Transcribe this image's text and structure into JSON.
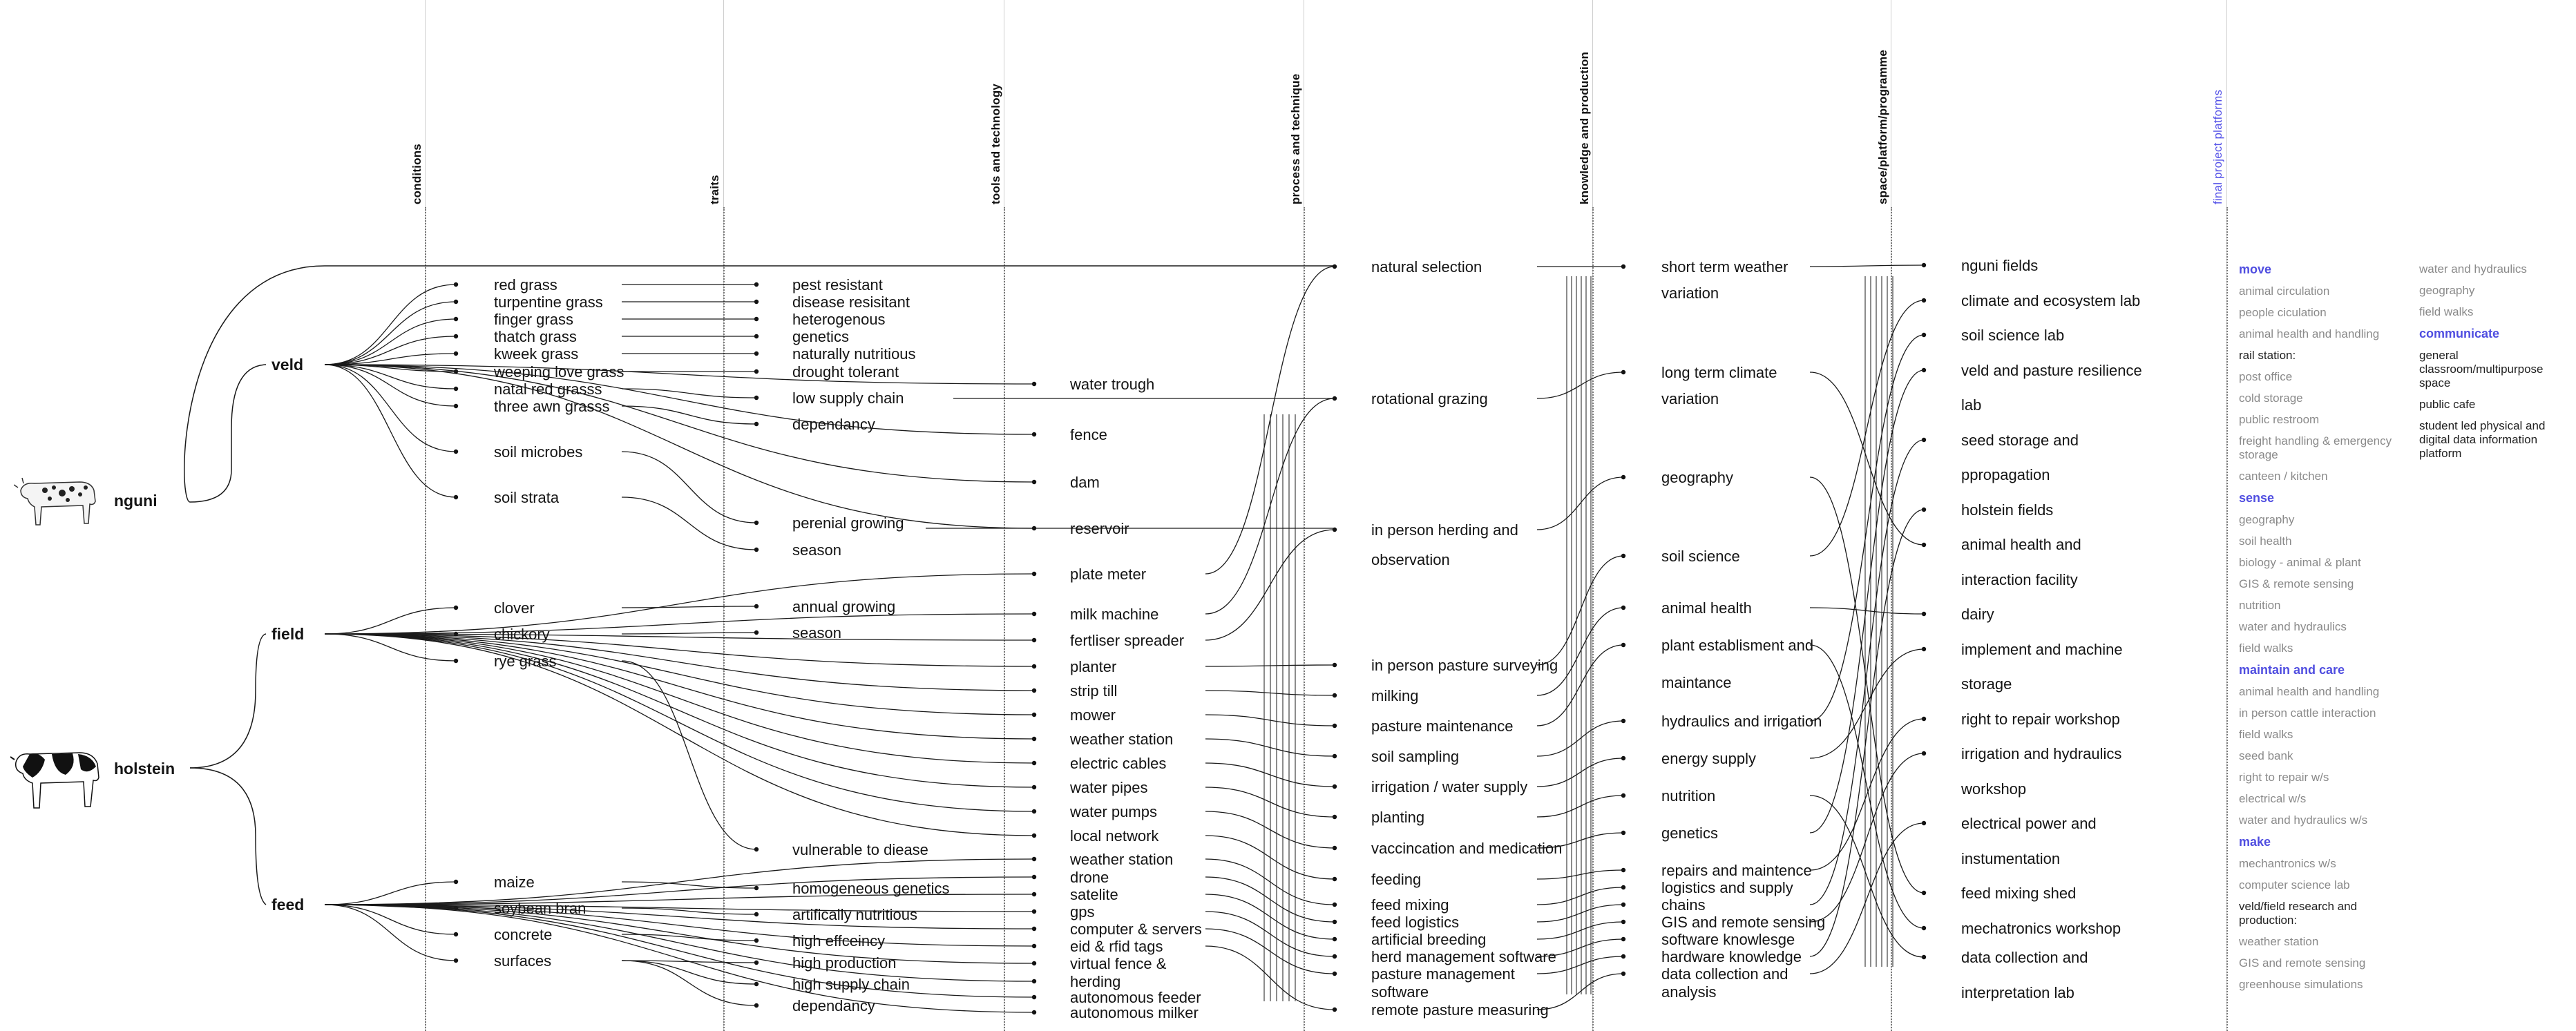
{
  "headers": {
    "conditions": "conditions",
    "traits": "traits",
    "tools": "tools and technology",
    "process": "process and technique",
    "knowledge": "knowledge and production",
    "space": "space/platform/programme",
    "final": "final project platforms"
  },
  "breeds": {
    "nguni": "nguni",
    "holstein": "holstein"
  },
  "land": {
    "veld": "veld",
    "field": "field",
    "feed": "feed"
  },
  "conditions": [
    "red grass",
    "turpentine grass",
    "finger grass",
    "thatch grass",
    "kweek grass",
    "weeping love grass",
    "natal red grasss",
    "three awn grasss",
    "soil microbes",
    "soil strata",
    "clover",
    "chickory",
    "rye grass",
    "maize",
    "soybean bran",
    "concrete",
    "surfaces"
  ],
  "traits": [
    "pest resistant",
    "disease resisitant",
    "heterogenous",
    "genetics",
    "naturally nutritious",
    "drought tolerant",
    "low supply  chain",
    "dependancy",
    "perenial growing",
    "season",
    "annual growing",
    "season",
    "vulnerable to diease",
    "homogeneous genetics",
    "artifically nutritious",
    "high effceincy",
    "high production",
    "high supply chain",
    "dependancy"
  ],
  "tools": [
    "water trough",
    "fence",
    "dam",
    "reservoir",
    "plate meter",
    "milk machine",
    "fertliser spreader",
    "planter",
    "strip till",
    "mower",
    "weather station",
    "electric cables",
    "water pipes",
    "water pumps",
    "local network",
    "weather station",
    "drone",
    "satelite",
    "gps",
    "computer & servers",
    "eid & rfid tags",
    "virtual fence &",
    "herding",
    "autonomous feeder",
    "autonomous milker"
  ],
  "process": [
    "natural selection",
    "rotational grazing",
    "in person herding and",
    "observation",
    "in person pasture surveying",
    "milking",
    "pasture maintenance",
    "soil sampling",
    "irrigation / water supply",
    "planting",
    "vaccincation and medication",
    "feeding",
    "feed mixing",
    "feed logistics",
    "artificial breeding",
    "herd management software",
    "pasture management",
    "software",
    "remote pasture measuring"
  ],
  "knowledge": [
    "short term weather",
    "variation",
    "long term climate",
    "variation",
    "geography",
    "soil science",
    "animal health",
    "plant establisment and",
    "maintance",
    "hydraulics and irrigation",
    "energy supply",
    "nutrition",
    "genetics",
    "repairs and maintence",
    "logistics and supply",
    "chains",
    "GIS and remote sensing",
    "software knowlesge",
    "hardware knowledge",
    "data collection and",
    "analysis"
  ],
  "spaces": [
    "nguni fields",
    "climate and ecosystem lab",
    "soil science lab",
    "veld and pasture resilience",
    "lab",
    "seed storage and",
    "ppropagation",
    "holstein fields",
    "animal health and",
    "interaction facility",
    "dairy",
    "implement and machine",
    "storage",
    "right to repair workshop",
    "irrigation and hydraulics",
    "workshop",
    "electrical power and",
    "instumentation",
    "feed mixing shed",
    "mechatronics workshop",
    "data collection and",
    "interpretation lab"
  ],
  "platforms_col1": [
    {
      "text": "move",
      "style": "head"
    },
    {
      "text": "animal circulation",
      "style": "grey"
    },
    {
      "text": "people ciculation",
      "style": "grey"
    },
    {
      "text": "animal health and handling",
      "style": "grey"
    },
    {
      "text": "rail station:",
      "style": "dark"
    },
    {
      "text": "post office",
      "style": "grey"
    },
    {
      "text": "cold storage",
      "style": "grey"
    },
    {
      "text": "public restroom",
      "style": "grey"
    },
    {
      "text": "freight handling & emergency storage",
      "style": "grey"
    },
    {
      "text": "canteen / kitchen",
      "style": "grey"
    },
    {
      "text": "sense",
      "style": "head"
    },
    {
      "text": "geography",
      "style": "grey"
    },
    {
      "text": "soil health",
      "style": "grey"
    },
    {
      "text": "biology - animal & plant",
      "style": "grey"
    },
    {
      "text": "GIS & remote sensing",
      "style": "grey"
    },
    {
      "text": "nutrition",
      "style": "grey"
    },
    {
      "text": "water and hydraulics",
      "style": "grey"
    },
    {
      "text": "field walks",
      "style": "grey"
    },
    {
      "text": "maintain and care",
      "style": "head"
    },
    {
      "text": "animal health and handling",
      "style": "grey"
    },
    {
      "text": "in person cattle interaction",
      "style": "grey"
    },
    {
      "text": "field walks",
      "style": "grey"
    },
    {
      "text": "seed bank",
      "style": "grey"
    },
    {
      "text": "right to repair w/s",
      "style": "grey"
    },
    {
      "text": "electrical w/s",
      "style": "grey"
    },
    {
      "text": "water and hydraulics w/s",
      "style": "grey"
    },
    {
      "text": "make",
      "style": "head"
    },
    {
      "text": "mechantronics w/s",
      "style": "grey"
    },
    {
      "text": "computer science lab",
      "style": "grey"
    },
    {
      "text": "veld/field research and production:",
      "style": "dark"
    },
    {
      "text": "weather station",
      "style": "grey"
    },
    {
      "text": "GIS and remote sensing",
      "style": "grey"
    },
    {
      "text": "greenhouse simulations",
      "style": "grey"
    }
  ],
  "platforms_col2": [
    {
      "text": "water and hydraulics",
      "style": "grey"
    },
    {
      "text": "geography",
      "style": "grey"
    },
    {
      "text": "field walks",
      "style": "grey"
    },
    {
      "text": "communicate",
      "style": "head"
    },
    {
      "text": "general classroom/multipurpose space",
      "style": "dark"
    },
    {
      "text": "public cafe",
      "style": "dark"
    },
    {
      "text": "student led physical and digital data information platform",
      "style": "dark"
    }
  ],
  "colors": {
    "ink": "#141414",
    "accent": "#5552e8",
    "grey_text": "#8a8a8a",
    "rule": "#cfcfcf"
  }
}
